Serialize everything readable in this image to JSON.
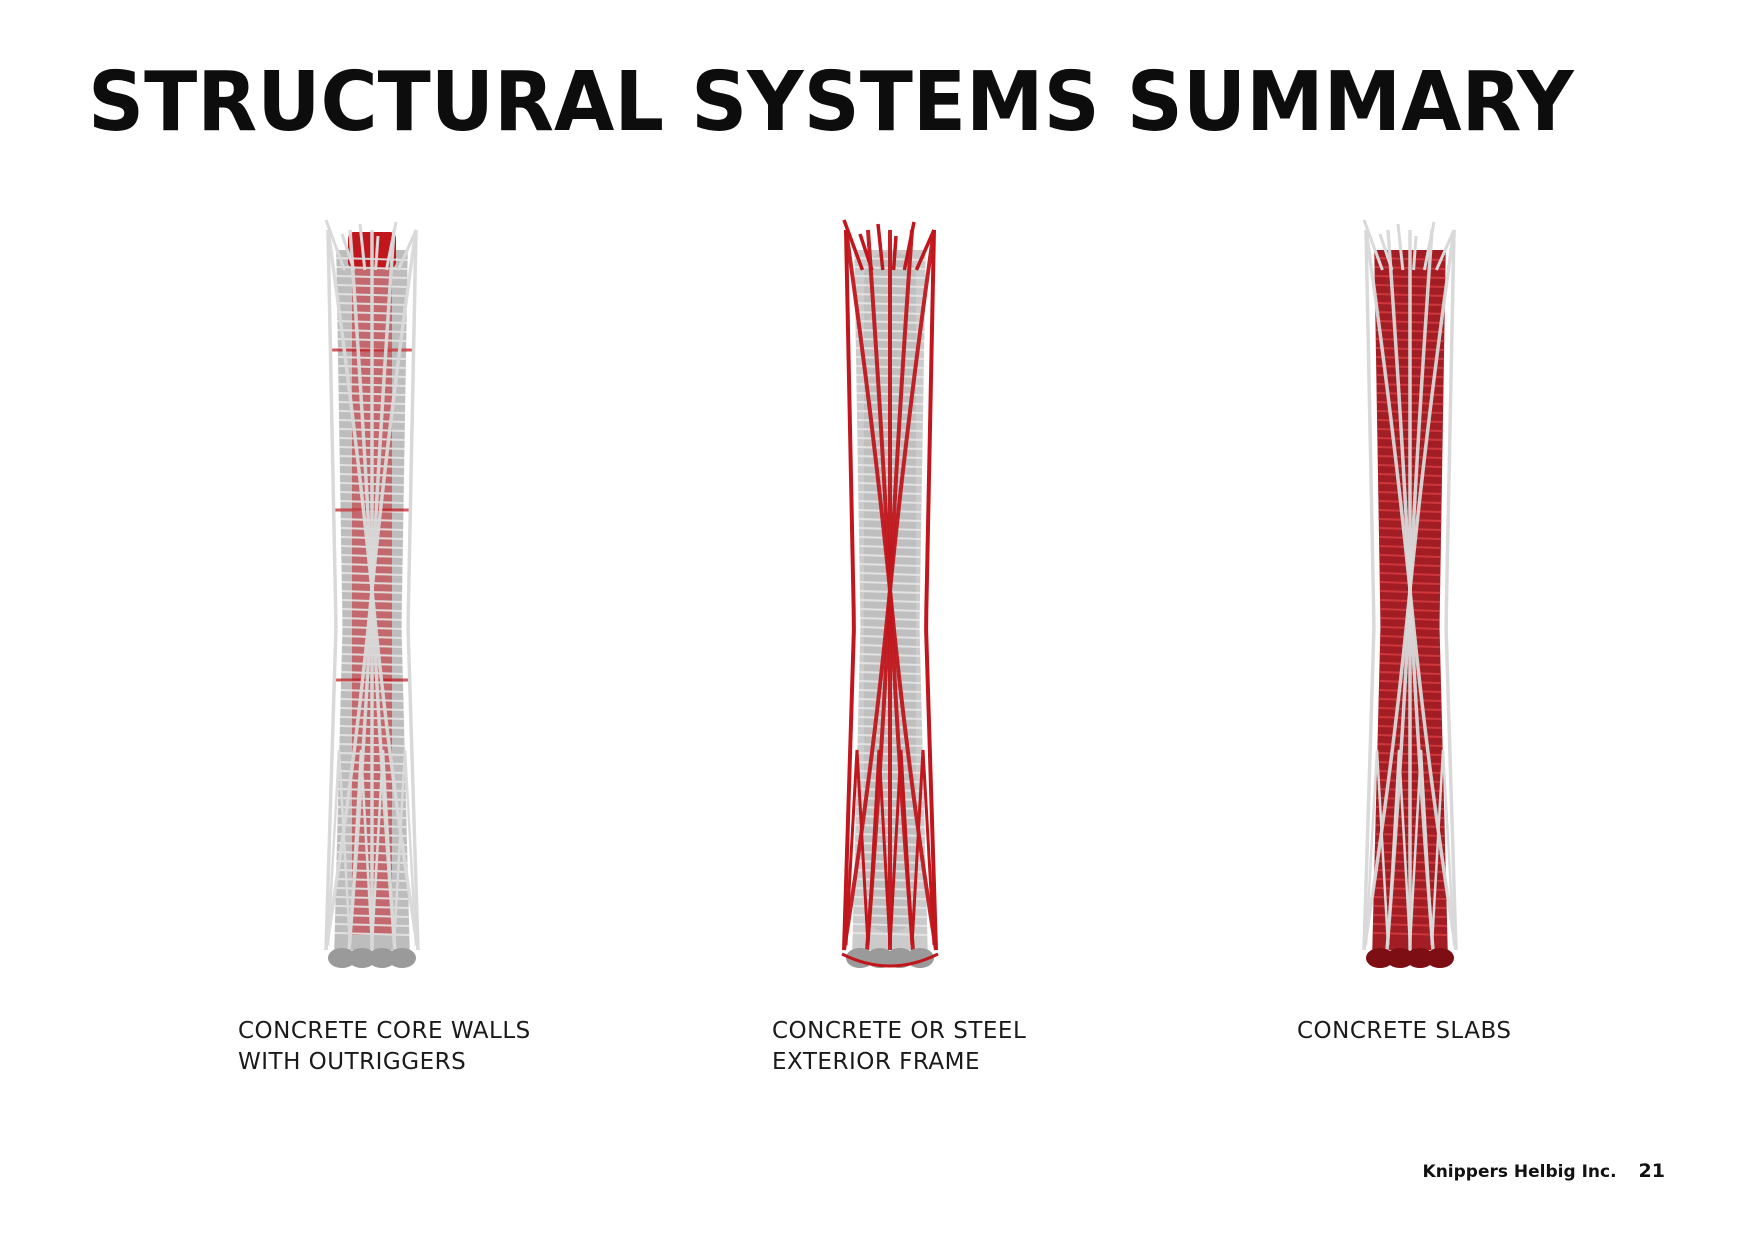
{
  "page": {
    "title": "STRUCTURAL SYSTEMS SUMMARY"
  },
  "towers": [
    {
      "caption_lines": [
        "CONCRETE CORE WALLS",
        "WITH OUTRIGGERS"
      ],
      "highlight": "core-and-outriggers"
    },
    {
      "caption_lines": [
        "CONCRETE OR STEEL",
        "EXTERIOR FRAME"
      ],
      "highlight": "exterior-frame"
    },
    {
      "caption_lines": [
        "CONCRETE SLABS"
      ],
      "highlight": "slabs"
    }
  ],
  "footer": {
    "company": "Knippers Helbig Inc.",
    "page_number": "21"
  },
  "colors": {
    "highlight_red": "#c0161c",
    "structure_gray": "#bdbdbd",
    "light_gray": "#d9d9d9",
    "text": "#111111"
  }
}
